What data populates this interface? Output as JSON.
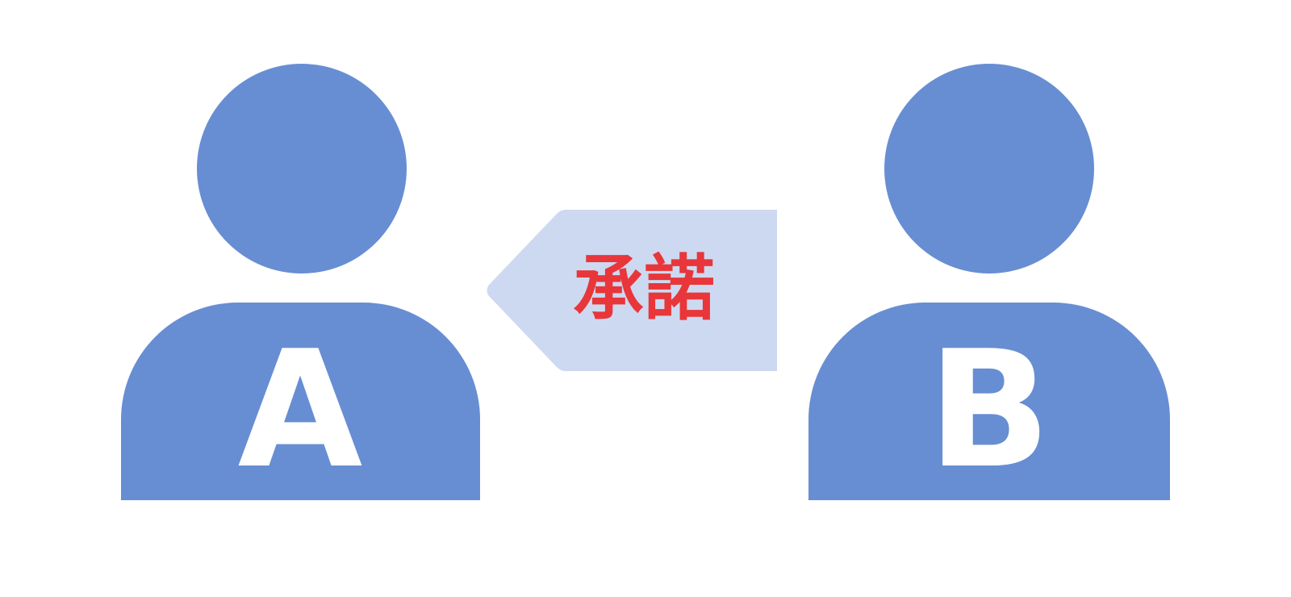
{
  "colors": {
    "person": "#678ed3",
    "letter": "#ffffff",
    "arrow_fill": "#cdd9f0",
    "label": "#e8363a",
    "background": "#ffffff"
  },
  "diagram": {
    "person_a": {
      "icon": "person-icon",
      "label": "A"
    },
    "person_b": {
      "icon": "person-icon",
      "label": "B"
    },
    "arrow": {
      "direction": "right-to-left",
      "from": "B",
      "to": "A",
      "label": "承諾"
    }
  }
}
